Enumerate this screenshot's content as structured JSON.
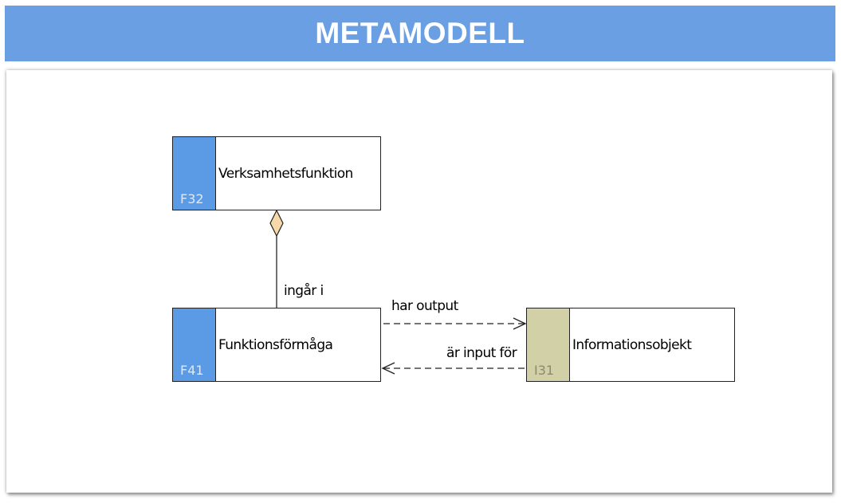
{
  "header": {
    "title": "METAMODELL"
  },
  "colors": {
    "header_bg": "#6b9fe3",
    "function_strip": "#5b9be6",
    "info_strip": "#d2d0a6",
    "function_code_text": "#dce9fa",
    "info_code_text": "#8c8a6e",
    "diamond_fill": "#f5d9a8"
  },
  "diagram": {
    "nodes": [
      {
        "code": "F32",
        "label": "Verksamhetsfunktion",
        "kind": "function"
      },
      {
        "code": "F41",
        "label": "Funktionsförmåga",
        "kind": "function"
      },
      {
        "code": "I31",
        "label": "Informationsobjekt",
        "kind": "information"
      }
    ],
    "edges": [
      {
        "label": "ingår i",
        "type": "aggregation"
      },
      {
        "label": "har output",
        "type": "dashed-arrow"
      },
      {
        "label": "är input för",
        "type": "dashed-arrow"
      }
    ]
  }
}
